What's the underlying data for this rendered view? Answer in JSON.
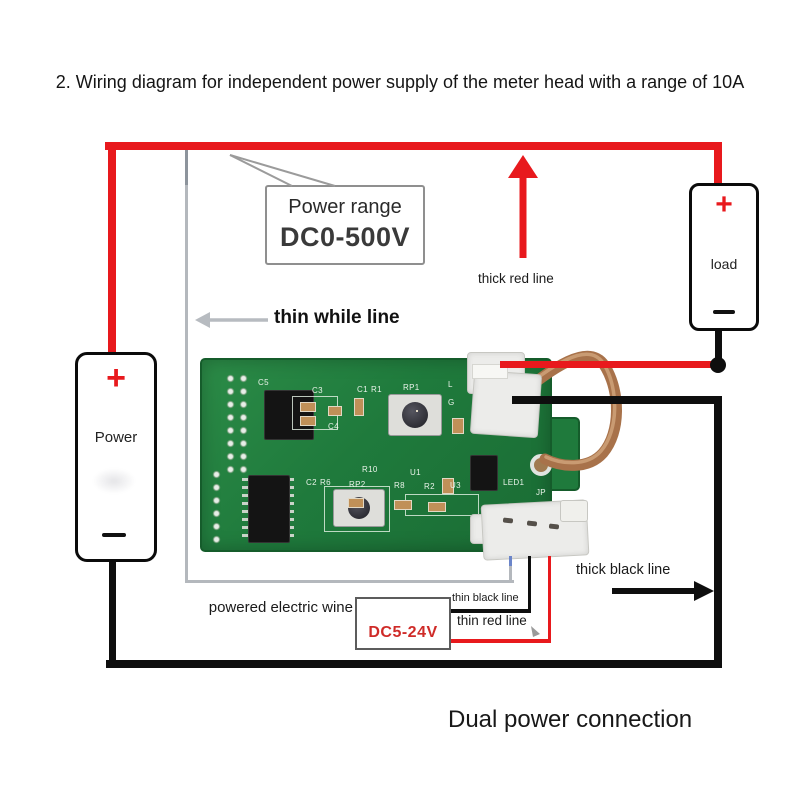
{
  "title": "2. Wiring diagram for independent power supply of the meter head with a range of 10A",
  "footer": "Dual power connection",
  "power_range_callout": {
    "title": "Power range",
    "value": "DC0-500V"
  },
  "wire_labels": {
    "thick_red": "thick red line",
    "thin_white": "thin while line",
    "thick_black": "thick black line",
    "thin_black": "thin black line",
    "thin_red": "thin red line"
  },
  "power_supply_note": "powered electric wine",
  "dc_input_range": "DC5-24V",
  "power_box": {
    "plus": "+",
    "label": "Power"
  },
  "load_box": {
    "plus": "+",
    "label": "load"
  },
  "pcb": {
    "silkscreen": [
      "C5",
      "C3",
      "C1",
      "R1",
      "RP1",
      "C4",
      "R10",
      "U1",
      "C2",
      "R6",
      "RP2",
      "R8",
      "R2",
      "U3",
      "LED1",
      "JP",
      "L",
      "G"
    ]
  },
  "colors": {
    "wire_red": "#e8191d",
    "wire_black": "#0e0e0e",
    "wire_white_gray": "#b4b8bd",
    "pcb_green": "#1f7a3c",
    "copper": "#a8724a",
    "dc_text_red": "#cf2b28"
  }
}
